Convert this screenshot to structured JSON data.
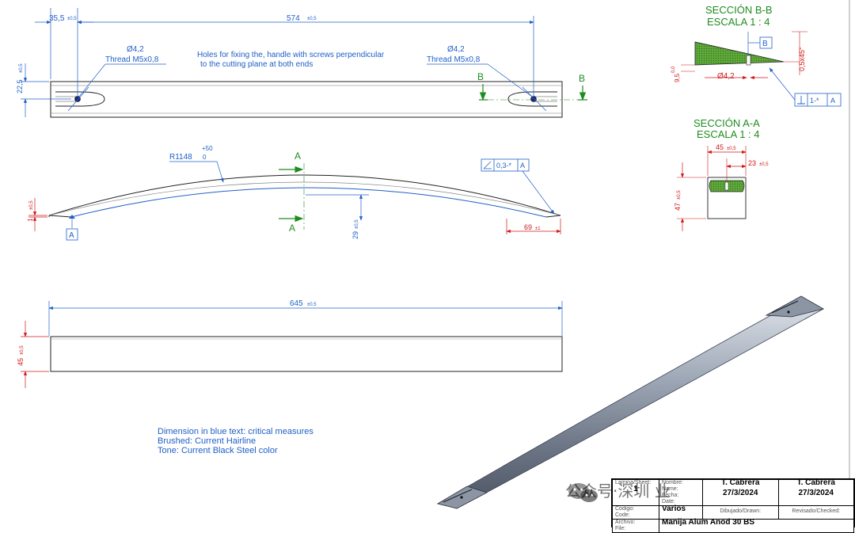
{
  "top_view": {
    "dim_left_offset": "35,5",
    "dim_left_tol": "±0,5",
    "dim_hole_distance": "574",
    "dim_hole_distance_tol": "±0,5",
    "dim_height": "22,5",
    "dim_height_tol": "±0,5",
    "hole_left_dia": "Ø4,2",
    "hole_left_thread": "Thread M5x0,8",
    "hole_right_dia": "Ø4,2",
    "hole_right_thread": "Thread M5x0,8",
    "note_line1": "Holes for fixing the, handle with screws perpendicular",
    "note_line2": "to the cutting plane at both ends",
    "section_marker_left": "B",
    "section_marker_right": "B"
  },
  "side_view": {
    "radius_label": "R1148",
    "radius_tol_upper": "+50",
    "radius_tol_lower": "0",
    "section_marker_top": "A",
    "section_marker_bottom": "A",
    "datum": "A",
    "dim_end_thickness": "1",
    "dim_end_thickness_tol": "±0,5",
    "dim_rise": "29",
    "dim_rise_tol": "±0,5",
    "dim_end_length": "69",
    "dim_end_length_tol": "±1",
    "gdt_angle_value": "0,3-*",
    "gdt_angle_datum": "A"
  },
  "front_view": {
    "dim_length": "645",
    "dim_length_tol": "±0,5",
    "dim_height": "45",
    "dim_height_tol": "±0,5"
  },
  "section_bb": {
    "title": "SECCIÓN B-B",
    "scale": "ESCALA 1 : 4",
    "datum": "B",
    "dim_hole": "Ø4,2",
    "dim_chamfer": "0,5x45°",
    "dim_left": "9,5",
    "dim_left2": "0,0",
    "gdt_perp_value": "1-*",
    "gdt_perp_datum": "A"
  },
  "section_aa": {
    "title": "SECCIÓN A-A",
    "scale": "ESCALA 1 : 4",
    "dim_width": "45",
    "dim_width_tol": "±0,5",
    "dim_inner": "23",
    "dim_inner_tol": "±0,5",
    "dim_height": "47",
    "dim_height_tol": "±0,5"
  },
  "notes": {
    "line1": "Dimension in blue text: critical measures",
    "line2": "Brushed: Current Hairline",
    "line3": "Tone: Current Black Steel color"
  },
  "title_block": {
    "sheet_label": "Lamina/Sheet:",
    "sheet_value": "1",
    "name_label": "Nombre:",
    "name_label2": "Name:",
    "date_label": "Fecha:",
    "date_label2": "Date:",
    "drawn_name": "T. Cabrera",
    "drawn_date": "27/3/2024",
    "checked_name": "T. Cabrera",
    "checked_date": "27/3/2024",
    "code_label": "Código:",
    "code_label2": "Code:",
    "code_value": "Varios",
    "drawn_label": "Dibujado/Drawn:",
    "checked_label": "Revisado/Checked:",
    "file_label": "Archivo:",
    "file_label2": "File:",
    "file_value": "Manija Alum Anod 30 BS"
  },
  "watermark": {
    "text": "公众号·深圳 业"
  },
  "colors": {
    "dimension_blue": "#2060c8",
    "dimension_red": "#d01818",
    "section_green": "#1e8c1e",
    "outline": "#222222",
    "render_steel": "#7c8696"
  }
}
